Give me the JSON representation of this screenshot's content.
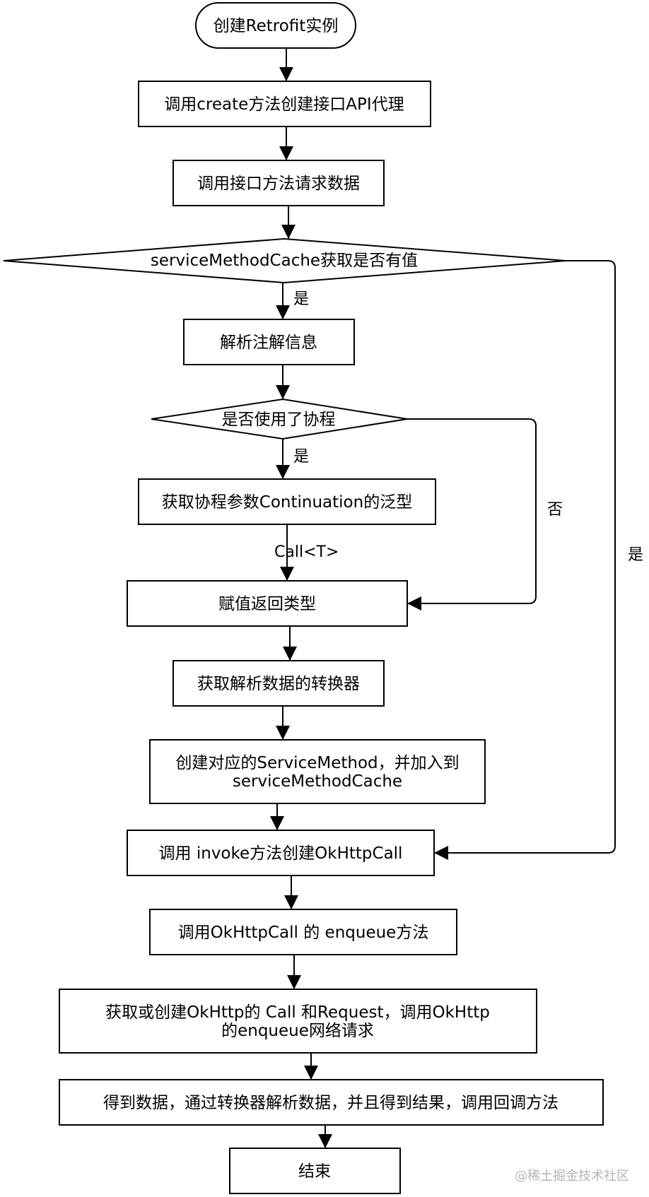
{
  "nodes": {
    "start": {
      "lines": [
        "创建Retrofit实例"
      ]
    },
    "create_proxy": {
      "lines": [
        "调用create方法创建接口API代理"
      ]
    },
    "call_method": {
      "lines": [
        "调用接口方法请求数据"
      ]
    },
    "cache_check": {
      "lines": [
        "serviceMethodCache获取是否有值"
      ]
    },
    "parse_annotations": {
      "lines": [
        "解析注解信息"
      ]
    },
    "coroutine_check": {
      "lines": [
        "是否使用了协程"
      ]
    },
    "continuation_generic": {
      "lines": [
        "获取协程参数Continuation的泛型"
      ]
    },
    "assign_return_type": {
      "lines": [
        "赋值返回类型"
      ]
    },
    "get_converter": {
      "lines": [
        "获取解析数据的转换器"
      ]
    },
    "create_service_method": {
      "lines": [
        "创建对应的ServiceMethod，并加入到",
        "serviceMethodCache"
      ]
    },
    "invoke": {
      "lines": [
        "调用 invoke方法创建OkHttpCall"
      ]
    },
    "enqueue": {
      "lines": [
        "调用OkHttpCall 的 enqueue方法"
      ]
    },
    "okhttp_request": {
      "lines": [
        "获取或创建OkHttp的 Call 和Request，调用OkHttp",
        "的enqueue网络请求"
      ]
    },
    "parse_result": {
      "lines": [
        "得到数据，通过转换器解析数据，并且得到结果，调用回调方法"
      ]
    },
    "end": {
      "lines": [
        "结束"
      ]
    }
  },
  "edge_labels": {
    "cache_yes": "是",
    "coroutine_yes": "是",
    "coroutine_no": "否",
    "cache_hit": "是",
    "call_type": "Call<T>"
  },
  "watermark": "@稀土掘金技术社区",
  "colors": {
    "stroke": "#000000",
    "background": "#ffffff",
    "watermark": "#b4b4b4"
  }
}
